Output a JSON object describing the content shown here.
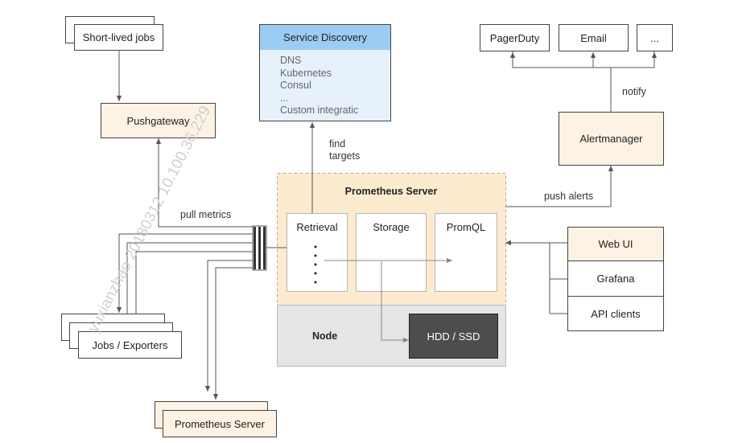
{
  "watermark": "yuxianzhao 20180312 10.100.36.229",
  "nodes": {
    "short_lived_jobs": "Short-lived jobs",
    "pushgateway": "Pushgateway",
    "service_discovery": "Service Discovery",
    "pagerduty": "PagerDuty",
    "email": "Email",
    "more_receivers": "...",
    "alertmanager": "Alertmanager",
    "prometheus_server_group": "Prometheus Server",
    "retrieval": "Retrieval",
    "storage": "Storage",
    "promql": "PromQL",
    "node": "Node",
    "hdd_ssd": "HDD / SSD",
    "web_ui": "Web UI",
    "grafana": "Grafana",
    "api_clients": "API clients",
    "jobs_exporters": "Jobs / Exporters",
    "federated_prometheus": "Prometheus Server"
  },
  "service_discovery_items": [
    "DNS",
    "Kubernetes",
    "Consul",
    "...",
    "Custom integratic"
  ],
  "edge_labels": {
    "pull_metrics": "pull metrics",
    "find_targets_1": "find",
    "find_targets_2": "targets",
    "push_alerts": "push alerts",
    "notify": "notify"
  },
  "colors": {
    "cream": "#fdf2e4",
    "service_discovery_header": "#9ccbf4",
    "service_discovery_body": "#e6f1fc",
    "prometheus_server_bg": "#fdebd0",
    "node_bg": "#e5e5e5",
    "hdd_bg": "#4d4d4d",
    "line": "#555555"
  }
}
